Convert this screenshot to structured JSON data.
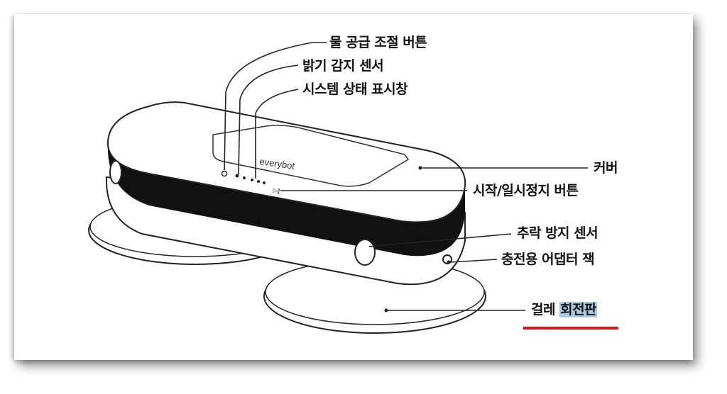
{
  "labels": {
    "water_button": "물 공급 조절 버튼",
    "light_sensor": "밝기 감지 센서",
    "status_window": "시스템 상태 표시창",
    "cover": "커버",
    "start_pause": "시작/일시정지 버튼",
    "cliff_sensor": "추락 방지 센서",
    "charger_jack": "충전용 어댑터 잭",
    "mop_prefix": "걸레",
    "mop_highlight": "회전판"
  },
  "device": {
    "brand": "everybot",
    "button_text": "▷‖"
  },
  "colors": {
    "highlight": "#a8cbe2",
    "underline": "#e0141b",
    "band": "#111111"
  }
}
